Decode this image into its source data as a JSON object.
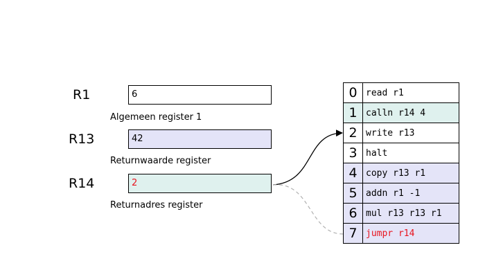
{
  "colors": {
    "white": "#ffffff",
    "lavender": "#e4e4f8",
    "mint": "#dff1ee",
    "highlight": "#e8141e",
    "dashed_line": "#b0b0b0"
  },
  "registers": [
    {
      "name": "R1",
      "value": "6",
      "description": "Algemeen register 1"
    },
    {
      "name": "R13",
      "value": "42",
      "description": "Returnwaarde register"
    },
    {
      "name": "R14",
      "value": "2",
      "description": "Returnadres register"
    }
  ],
  "memory": [
    {
      "index": "0",
      "instruction": "read r1"
    },
    {
      "index": "1",
      "instruction": "calln r14 4"
    },
    {
      "index": "2",
      "instruction": "write r13"
    },
    {
      "index": "3",
      "instruction": "halt"
    },
    {
      "index": "4",
      "instruction": "copy r13 r1"
    },
    {
      "index": "5",
      "instruction": "addn r1 -1"
    },
    {
      "index": "6",
      "instruction": "mul r13 r13 r1"
    },
    {
      "index": "7",
      "instruction": "jumpr r14"
    }
  ]
}
